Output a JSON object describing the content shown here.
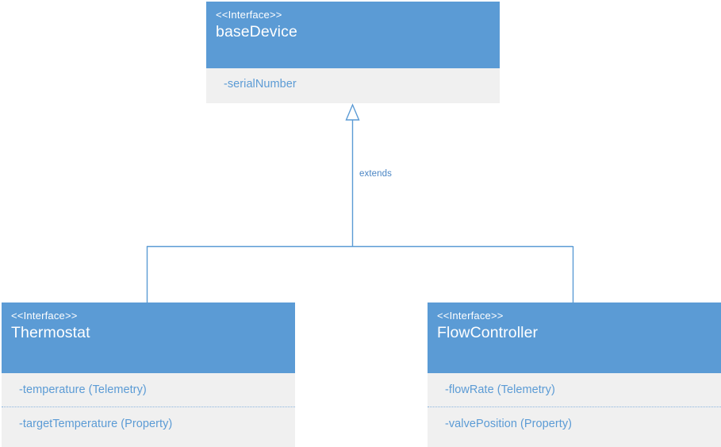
{
  "diagram": {
    "type": "uml-class-diagram",
    "background_color": "#ffffff",
    "accent_color": "#5b9bd5",
    "body_color": "#f0f0f0",
    "text_color_on_header": "#ffffff",
    "attribute_text_color": "#5b9bd5"
  },
  "classes": {
    "base_device": {
      "stereotype": "<<Interface>>",
      "name": "baseDevice",
      "attributes": [
        {
          "text": "-serialNumber"
        }
      ]
    },
    "thermostat": {
      "stereotype": "<<Interface>>",
      "name": "Thermostat",
      "attributes": [
        {
          "text": "-temperature (Telemetry)"
        },
        {
          "text": "-targetTemperature (Property)"
        }
      ]
    },
    "flow_controller": {
      "stereotype": "<<Interface>>",
      "name": "FlowController",
      "attributes": [
        {
          "text": "-flowRate (Telemetry)"
        },
        {
          "text": "-valvePosition (Property)"
        }
      ]
    }
  },
  "relationships": {
    "generalization": {
      "label": "extends",
      "arrow_style": "hollow-triangle",
      "line_color": "#5b9bd5",
      "from": [
        "Thermostat",
        "FlowController"
      ],
      "to": "baseDevice"
    }
  }
}
